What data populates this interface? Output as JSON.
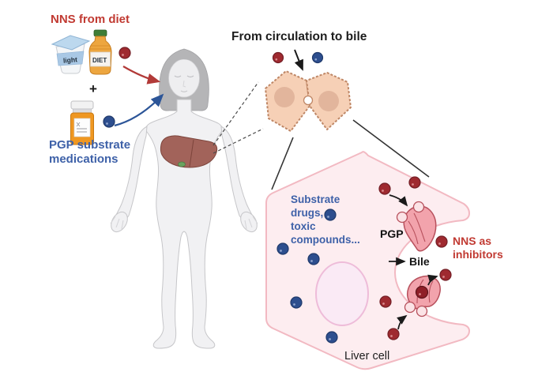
{
  "figure": {
    "type": "biomedical-diagram",
    "topic": "NNS (non-nutritive sweeteners) inhibit PGP-mediated transport of substrate drugs from circulation to bile in liver cells"
  },
  "colors": {
    "red_accent": "#c13a32",
    "blue_accent": "#3e61a8",
    "red_dot": "#9f2a30",
    "blue_dot": "#2d4e8e",
    "hepatocyte_fill": "#f6d0b6",
    "hepatocyte_stroke": "#bf8766",
    "liver_cell_fill": "#fdedf0",
    "liver_cell_stroke": "#f2b9c2",
    "transporter_fill": "#f2a3ac",
    "body_fill": "#f1f1f3",
    "liver_fill": "#a2635a"
  },
  "diet_group": {
    "title": "NNS from diet",
    "yogurt_label": "light",
    "juice_label": "DIET",
    "plus_sign": "+",
    "med_label_line1": "PGP substrate",
    "med_label_line2": "medications"
  },
  "circulation_group": {
    "title": "From circulation to bile"
  },
  "liver_cell_view": {
    "substrate_label_lines": [
      "Substrate",
      "drugs,",
      "toxic",
      "compounds..."
    ],
    "pgp_label": "PGP",
    "bile_label": "Bile",
    "nns_label_line1": "NNS as",
    "nns_label_line2": "inhibitors",
    "cell_label": "Liver cell"
  }
}
